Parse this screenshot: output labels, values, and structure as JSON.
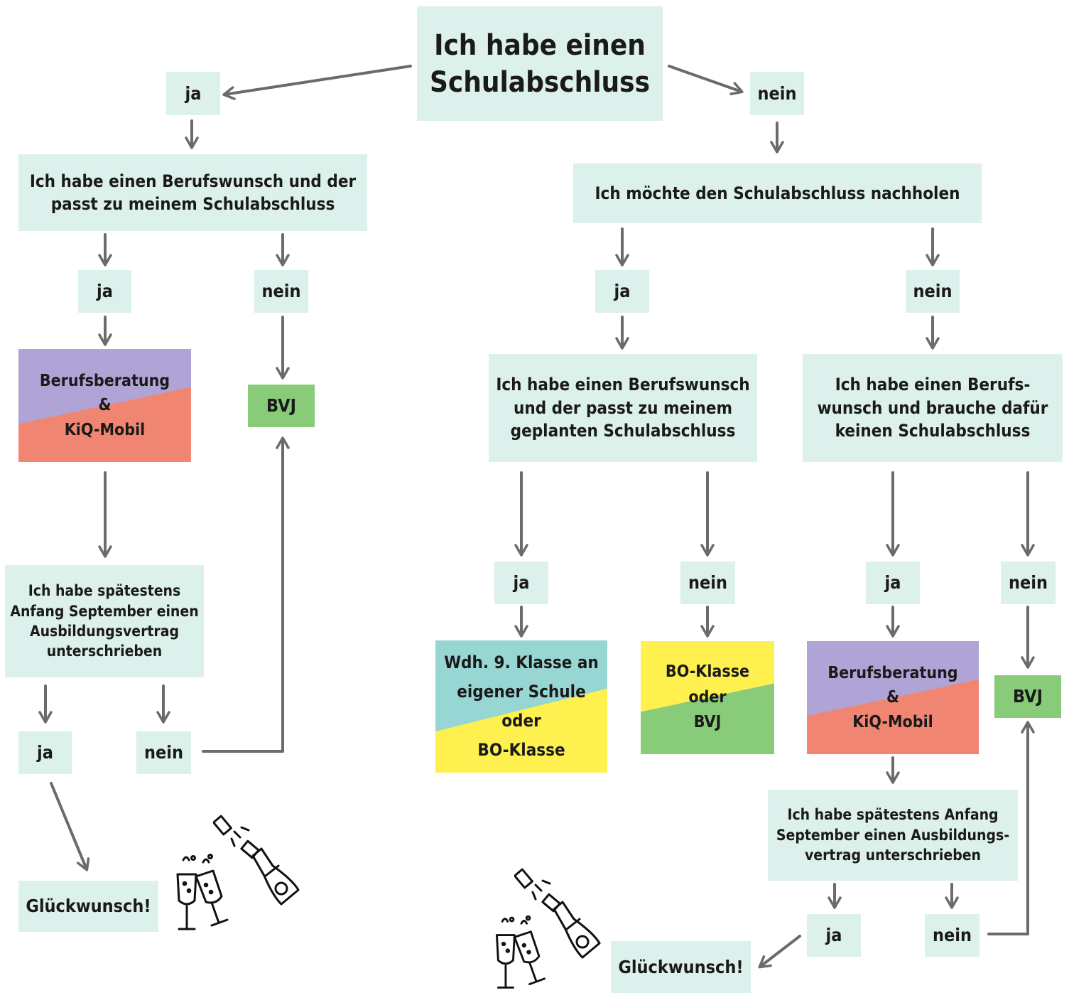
{
  "title": [
    "Ich habe einen",
    "Schulabschluss"
  ],
  "left": {
    "ja": "ja",
    "question1": [
      "Ich habe einen Berufswunsch und der",
      "passt zu meinem Schulabschluss"
    ],
    "q1_ja": "ja",
    "q1_nein": "nein",
    "counsel": [
      "Berufsberatung",
      "&",
      "KiQ-Mobil"
    ],
    "bvj": "BVJ",
    "question2": [
      "Ich habe spätestens",
      "Anfang September einen",
      "Ausbildungsvertrag",
      "unterschrieben"
    ],
    "q2_ja": "ja",
    "q2_nein": "nein",
    "congrats": "Glückwunsch!"
  },
  "right": {
    "nein": "nein",
    "question1": "Ich möchte den Schulabschluss nachholen",
    "q1_ja": "ja",
    "q1_nein": "nein",
    "question_a": [
      "Ich habe einen Berufswunsch",
      "und der passt zu meinem",
      "geplanten Schulabschluss"
    ],
    "question_b": [
      "Ich habe einen Berufs-",
      "wunsch und brauche dafür",
      "keinen Schulabschluss"
    ],
    "qa_ja": "ja",
    "qa_nein": "nein",
    "qb_ja": "ja",
    "qb_nein": "nein",
    "repeat": [
      "Wdh. 9. Klasse an",
      "eigener Schule",
      "oder",
      "BO-Klasse"
    ],
    "bo": [
      "BO-Klasse",
      "oder",
      "BVJ"
    ],
    "counsel": [
      "Berufsberatung",
      "&",
      "KiQ-Mobil"
    ],
    "bvj": "BVJ",
    "question2": [
      "Ich habe spätestens Anfang",
      "September einen Ausbildungs-",
      "vertrag unterschrieben"
    ],
    "q2_ja": "ja",
    "q2_nein": "nein",
    "congrats": "Glückwunsch!"
  },
  "colors": {
    "box": "#dcf0ec",
    "arrow": "#6b6b6b",
    "purple": "#b0a3d6",
    "salmon": "#f08671",
    "green": "#88cb79",
    "yellow": "#fdf04f",
    "teal": "#98d6d4"
  },
  "icons": [
    "champagne-glasses-icon",
    "champagne-bottle-icon"
  ]
}
